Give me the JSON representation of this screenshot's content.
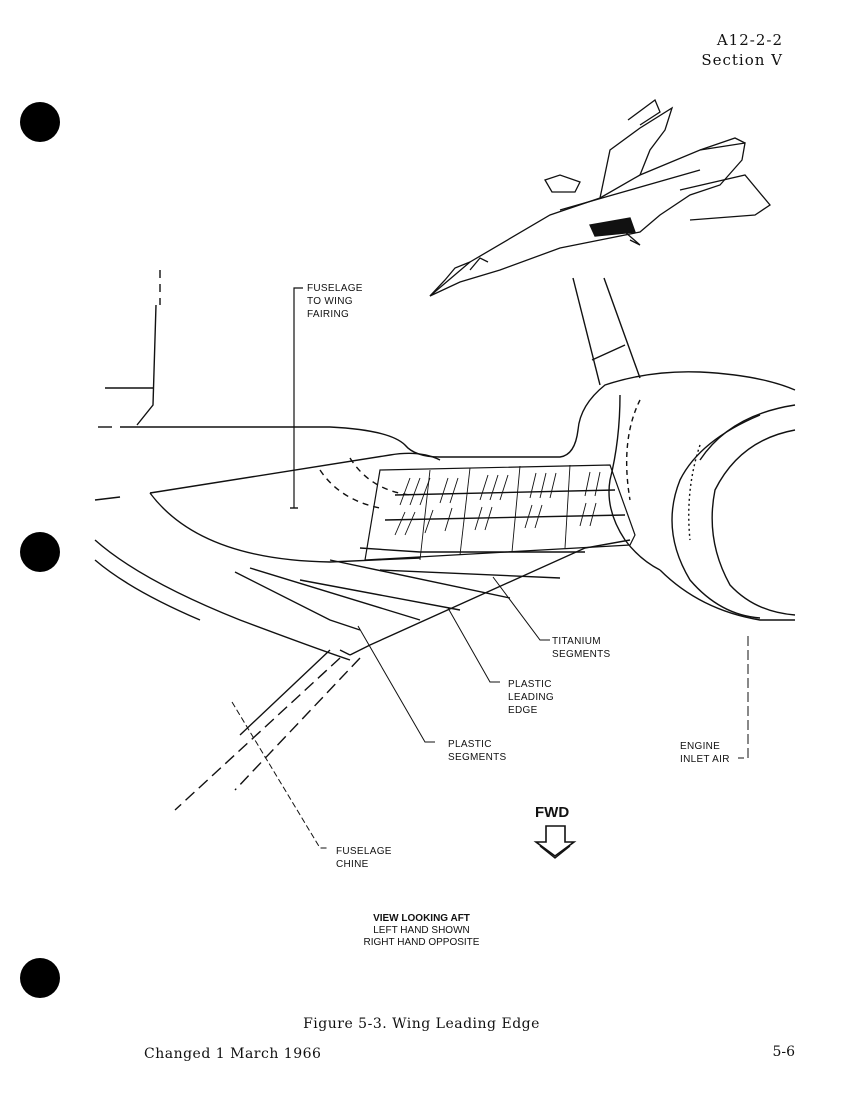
{
  "header": {
    "doc_number": "A12-2-2",
    "section": "Section V"
  },
  "labels": {
    "fuselage_fairing": [
      "FUSELAGE",
      "TO WING",
      "FAIRING"
    ],
    "titanium": [
      "TITANIUM",
      "SEGMENTS"
    ],
    "plastic_edge": [
      "PLASTIC",
      "LEADING",
      "EDGE"
    ],
    "plastic_segments": [
      "PLASTIC",
      "SEGMENTS"
    ],
    "engine_inlet": [
      "ENGINE",
      "INLET AIR"
    ],
    "fuselage_chine": [
      "FUSELAGE",
      "CHINE"
    ],
    "fwd": "FWD"
  },
  "view_note": {
    "title": "VIEW LOOKING AFT",
    "line1": "LEFT HAND SHOWN",
    "line2": "RIGHT HAND OPPOSITE"
  },
  "caption": "Figure 5-3.  Wing Leading Edge",
  "footer": {
    "changed": "Changed 1 March 1966",
    "page": "5-6"
  }
}
